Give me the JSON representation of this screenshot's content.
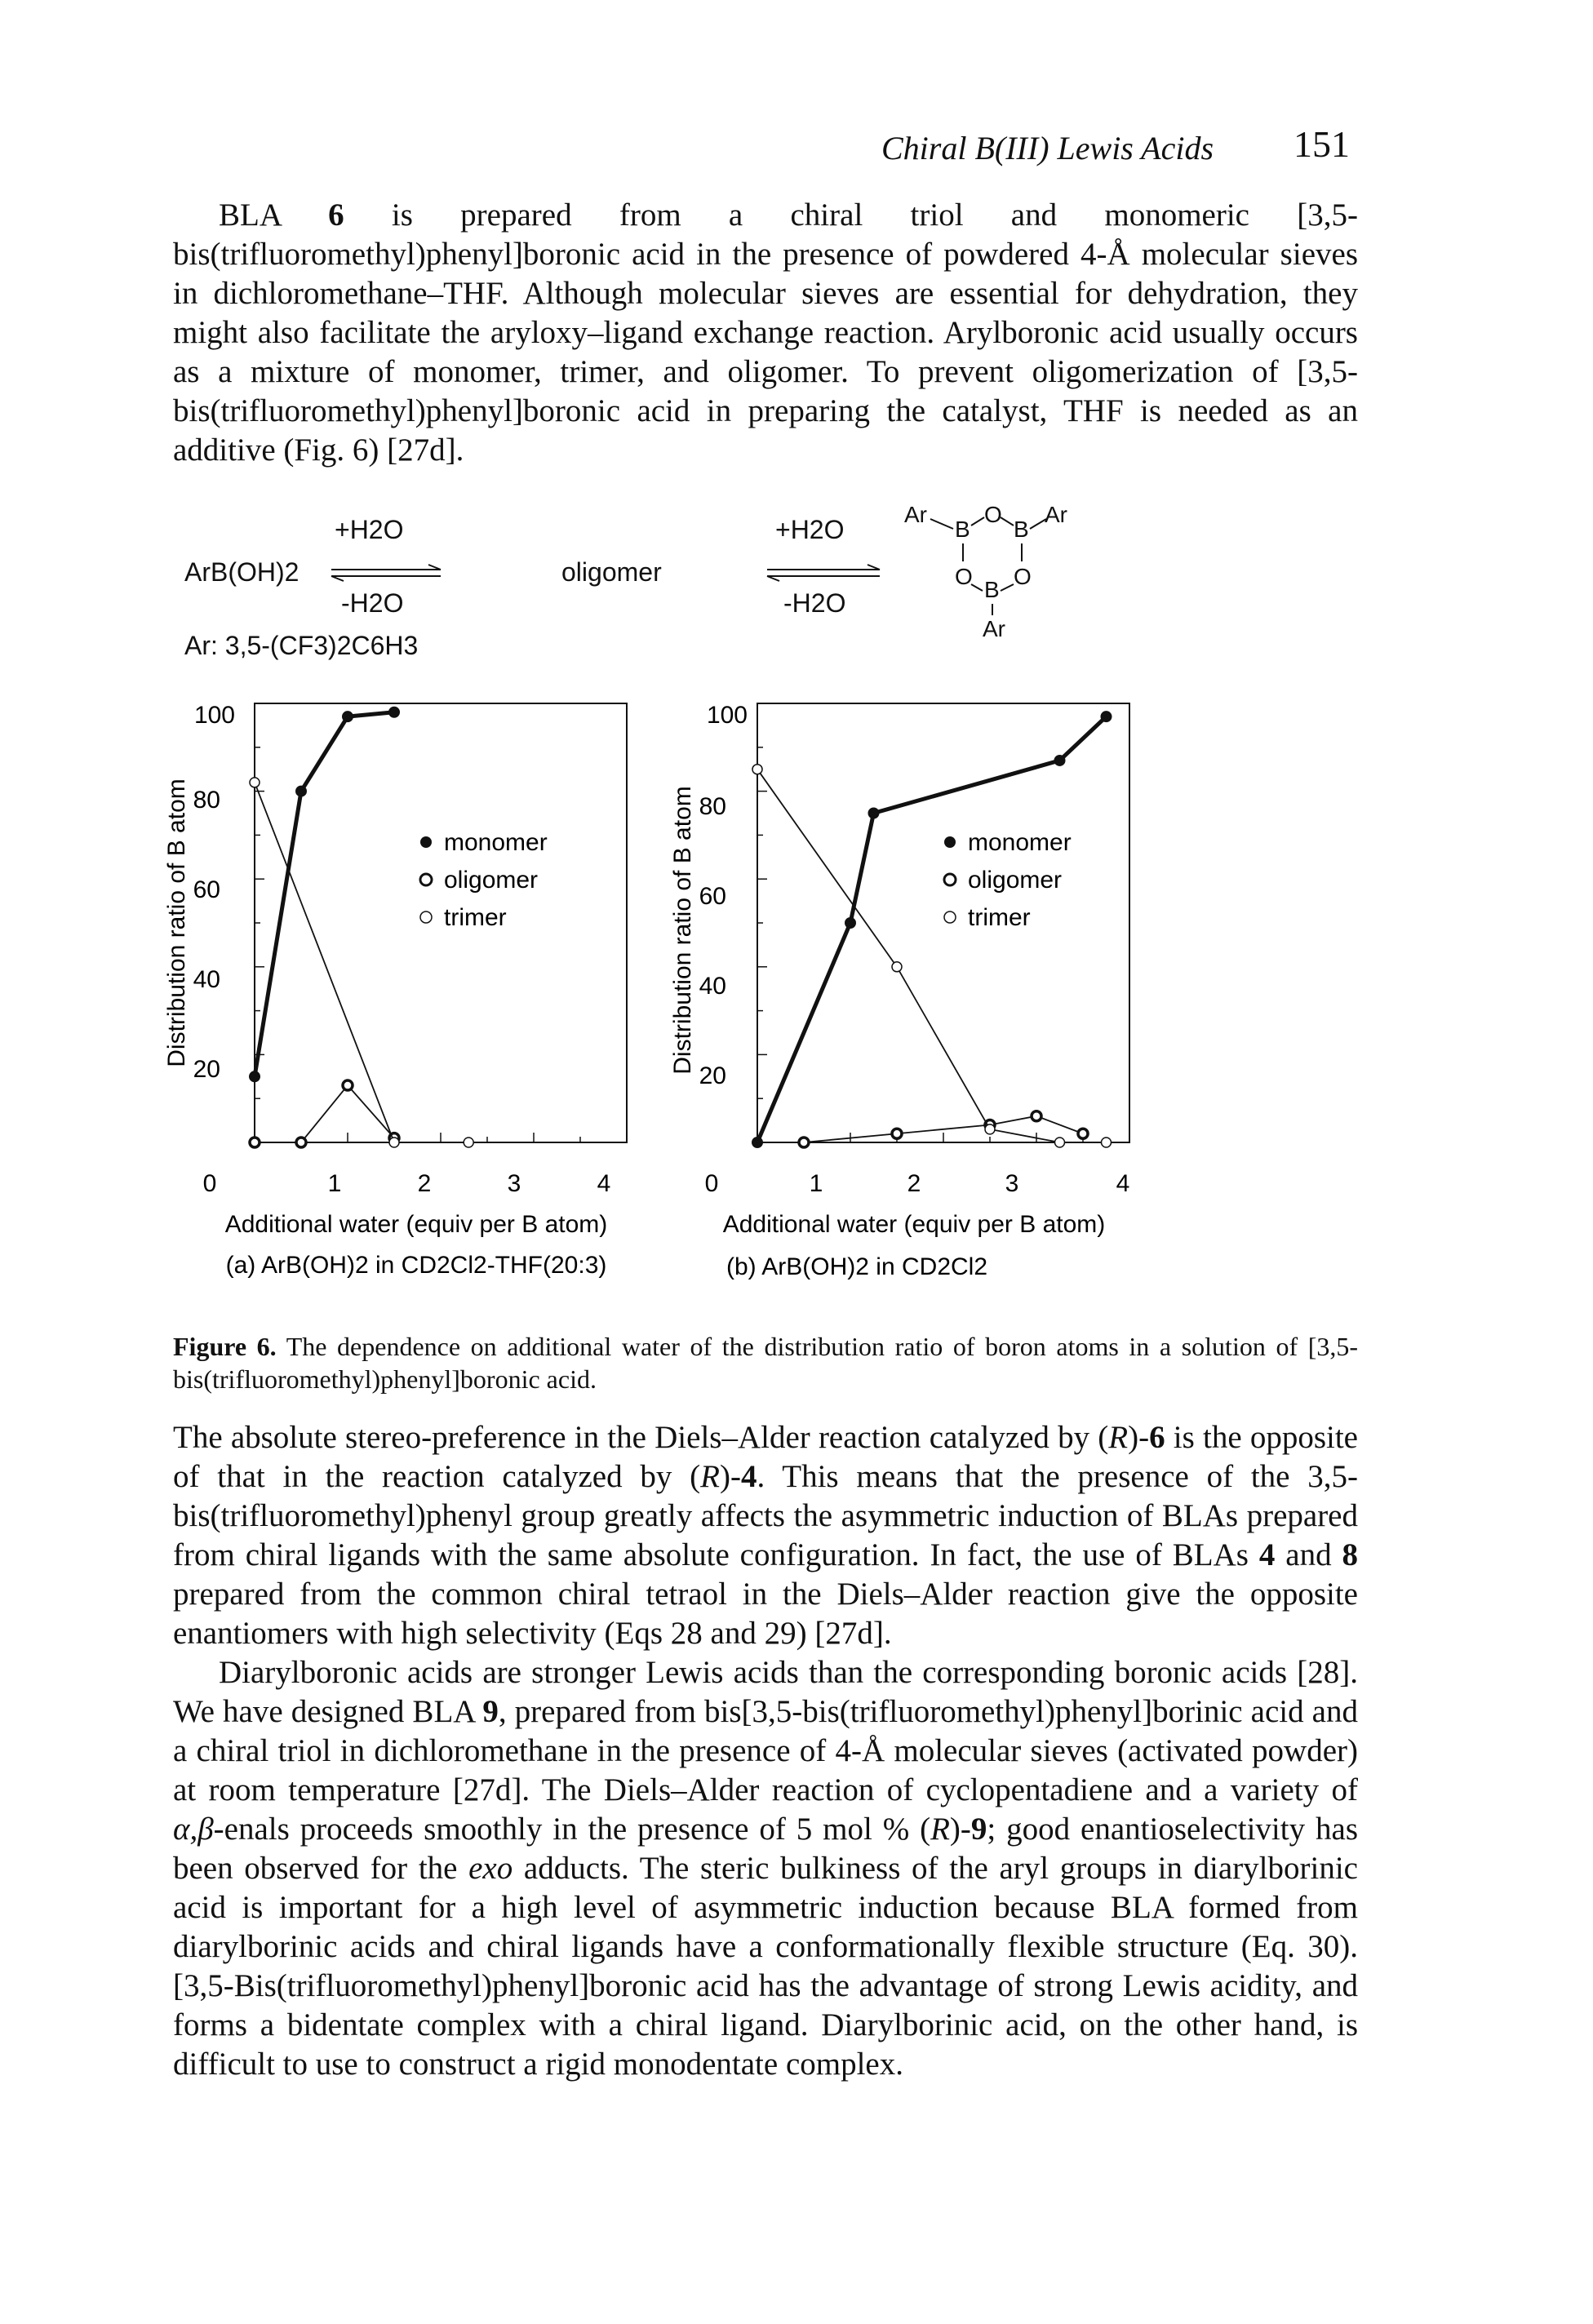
{
  "header": {
    "running_title": "Chiral B(III) Lewis Acids",
    "page_number": "151"
  },
  "para1": {
    "t1": "BLA ",
    "b1": "6",
    "t2": " is prepared from a chiral triol and monomeric [3,5-bis(trifluoromethyl)phenyl]boronic acid in the presence of powdered 4-Å molecular sieves in dichloromethane–THF. Although molecular sieves are essential for dehydration, they might also facilitate the aryloxy–ligand exchange reaction. Arylboronic acid usually occurs as a mixture of monomer, trimer, and oligomer. To prevent oligomerization of [3,5-bis(trifluoromethyl)phenyl]boronic acid in preparing the catalyst, THF is needed as an additive (Fig. 6) [27d]."
  },
  "scheme": {
    "reactant": "ArB(OH)2",
    "ar_def": "Ar: 3,5-(CF3)2C6H3",
    "plus_water": "+H2O",
    "minus_water": "-H2O",
    "middle": "oligomer",
    "ring_ar": "Ar",
    "ring_b": "B",
    "ring_o": "O"
  },
  "legend": {
    "monomer": "monomer",
    "oligomer": "oligomer",
    "trimer": "trimer"
  },
  "chart_data": [
    {
      "type": "line",
      "subtitle": "(a) ArB(OH)2 in CD2Cl2-THF(20:3)",
      "xlabel": "Additional water (equiv per B atom)",
      "ylabel": "Distribution ratio of B atom",
      "xlim": [
        0,
        4
      ],
      "ylim": [
        0,
        100
      ],
      "xticks": [
        "0",
        "1",
        "2",
        "3",
        "4"
      ],
      "yticks": [
        "20",
        "40",
        "60",
        "80",
        "100"
      ],
      "legend_position": "right",
      "series": [
        {
          "name": "monomer",
          "x": [
            0,
            0.5,
            1.0,
            1.5
          ],
          "y": [
            15,
            80,
            97,
            98
          ]
        },
        {
          "name": "oligomer",
          "x": [
            0,
            0.5,
            1.0,
            1.5
          ],
          "y": [
            0,
            0,
            13,
            1
          ]
        },
        {
          "name": "trimer",
          "x": [
            0,
            1.5,
            2.3
          ],
          "y": [
            82,
            0,
            0
          ]
        }
      ]
    },
    {
      "type": "line",
      "subtitle": "(b) ArB(OH)2 in CD2Cl2",
      "xlabel": "Additional water (equiv per B atom)",
      "ylabel": "Distribution ratio of B atom",
      "xlim": [
        0,
        4
      ],
      "ylim": [
        0,
        100
      ],
      "xticks": [
        "0",
        "1",
        "2",
        "3",
        "4"
      ],
      "yticks": [
        "20",
        "40",
        "60",
        "80",
        "100"
      ],
      "legend_position": "right",
      "series": [
        {
          "name": "monomer",
          "x": [
            0,
            1.0,
            1.25,
            3.25,
            3.75
          ],
          "y": [
            0,
            50,
            75,
            87,
            97
          ]
        },
        {
          "name": "oligomer",
          "x": [
            0.5,
            1.5,
            2.5,
            3.0,
            3.5
          ],
          "y": [
            0,
            2,
            4,
            6,
            2
          ]
        },
        {
          "name": "trimer",
          "x": [
            0,
            1.5,
            2.5,
            3.25,
            3.75
          ],
          "y": [
            85,
            40,
            3,
            0,
            0
          ]
        }
      ]
    }
  ],
  "caption": {
    "label": "Figure 6.",
    "text": " The dependence on additional water of the distribution ratio of boron atoms in a solution of [3,5-bis(trifluoromethyl)phenyl]boronic acid."
  },
  "para2": {
    "t1": "The absolute stereo-preference in the Diels–Alder reaction catalyzed by (",
    "i1": "R",
    "t2": ")-",
    "b1": "6",
    "t3": " is the opposite of that in the reaction catalyzed by (",
    "i2": "R",
    "t4": ")-",
    "b2": "4",
    "t5": ". This means that the presence of the 3,5-bis(trifluoromethyl)phenyl group greatly affects the asymmetric induction of BLAs prepared from chiral ligands with the same absolute configuration. In fact, the use of BLAs ",
    "b3": "4",
    "t6": " and ",
    "b4": "8",
    "t7": " prepared from the common chiral tetraol in the Diels–Alder reaction give the opposite enantiomers with high selectivity (Eqs 28 and 29) [27d]."
  },
  "para3": {
    "t1": "Diarylboronic acids are stronger Lewis acids than the corresponding boronic acids [28]. We have designed BLA ",
    "b1": "9",
    "t2": ", prepared from bis[3,5-bis(trifluoromethyl)phenyl]borinic acid and a chiral triol in dichloromethane in the presence of 4-Å molecular sieves (activated powder) at room temperature [27d]. The Diels–Alder reaction of cyclopentadiene and a variety of ",
    "i1": "α,β",
    "t3": "-enals proceeds smoothly in the presence of 5 mol % (",
    "i2": "R",
    "t4": ")-",
    "b2": "9",
    "t5": "; good enantioselectivity has been observed for the ",
    "i3": "exo",
    "t6": " adducts. The steric bulkiness of the aryl groups in diarylborinic acid is important for a high level of asymmetric induction because BLA formed from diarylborinic acids and chiral ligands have a conformationally flexible structure (Eq. 30). [3,5-Bis(trifluoromethyl)phenyl]boronic acid has the advantage of strong Lewis acidity, and forms a bidentate complex with a chiral ligand. Diarylborinic acid, on the other hand, is difficult to use to construct a rigid monodentate complex."
  }
}
